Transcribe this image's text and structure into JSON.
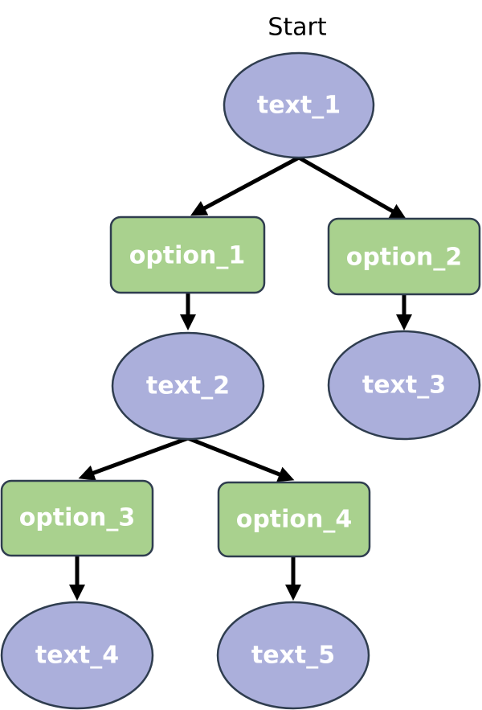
{
  "start_label": "Start",
  "colors": {
    "text_node_fill": "#abafdb",
    "option_node_fill": "#a9d18e",
    "node_stroke": "#2f3d4f",
    "edge": "#000000",
    "label_text": "#ffffff"
  },
  "nodes": {
    "text_1": {
      "label": "text_1",
      "shape": "ellipse"
    },
    "option_1": {
      "label": "option_1",
      "shape": "rounded-rectangle"
    },
    "option_2": {
      "label": "option_2",
      "shape": "rounded-rectangle"
    },
    "text_2": {
      "label": "text_2",
      "shape": "ellipse"
    },
    "text_3": {
      "label": "text_3",
      "shape": "ellipse"
    },
    "option_3": {
      "label": "option_3",
      "shape": "rounded-rectangle"
    },
    "option_4": {
      "label": "option_4",
      "shape": "rounded-rectangle"
    },
    "text_4": {
      "label": "text_4",
      "shape": "ellipse"
    },
    "text_5": {
      "label": "text_5",
      "shape": "ellipse"
    }
  },
  "edges": [
    {
      "from": "text_1",
      "to": "option_1"
    },
    {
      "from": "text_1",
      "to": "option_2"
    },
    {
      "from": "option_1",
      "to": "text_2"
    },
    {
      "from": "option_2",
      "to": "text_3"
    },
    {
      "from": "text_2",
      "to": "option_3"
    },
    {
      "from": "text_2",
      "to": "option_4"
    },
    {
      "from": "option_3",
      "to": "text_4"
    },
    {
      "from": "option_4",
      "to": "text_5"
    }
  ]
}
